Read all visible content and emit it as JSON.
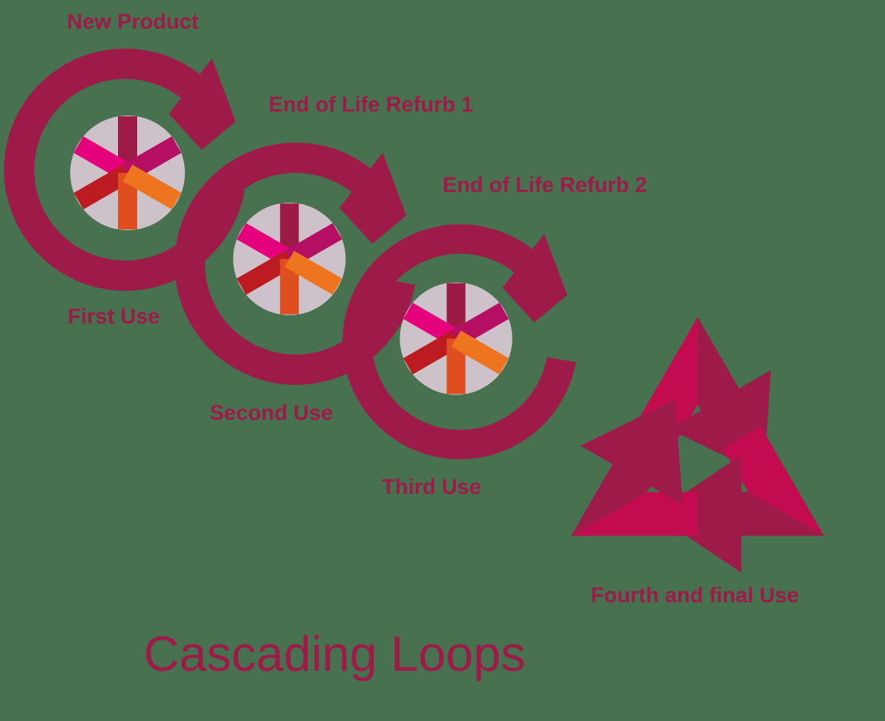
{
  "title": "Cascading Loops",
  "background_color": "#47714F",
  "colors": {
    "maroon": "#9E1B49",
    "crimson": "#C30B50",
    "icon_circle_bg": "#CDC2C9",
    "arm_top": "#9C1A46",
    "arm_upper_right": "#B50F63",
    "arm_lower_right": "#EE7420",
    "arm_bottom": "#DF4E1F",
    "arm_lower_left": "#BC1B21",
    "arm_upper_left": "#E5017B"
  },
  "icons": [
    "cycle-arrow-icon",
    "asterisk-icon",
    "recycle-icon"
  ],
  "diagram": {
    "type": "cascading-loops",
    "stages": [
      {
        "top_label": "New Product",
        "bottom_label": "First Use"
      },
      {
        "top_label": "End of Life Refurb 1",
        "bottom_label": "Second Use"
      },
      {
        "top_label": "End of Life Refurb 2",
        "bottom_label": "Third Use"
      },
      {
        "top_label": "",
        "bottom_label": "Fourth and final Use"
      }
    ]
  }
}
